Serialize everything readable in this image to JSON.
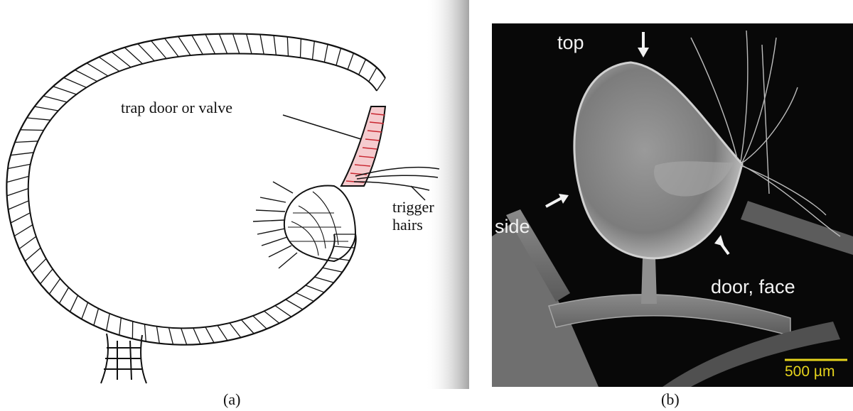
{
  "panel_a": {
    "caption": "(a)",
    "labels": {
      "trap_door": "trap door or valve",
      "trigger_line1": "trigger",
      "trigger_line2": "hairs"
    }
  },
  "panel_b": {
    "caption": "(b)",
    "labels": {
      "top": "top",
      "side": "side",
      "door_face": "door, face"
    },
    "scale_bar": {
      "text": "500 µm",
      "color": "#e6d41c"
    }
  },
  "colors": {
    "valve_highlight": "#d9303a",
    "photo_background": "#080808",
    "label_text": "#f2f2f2"
  }
}
